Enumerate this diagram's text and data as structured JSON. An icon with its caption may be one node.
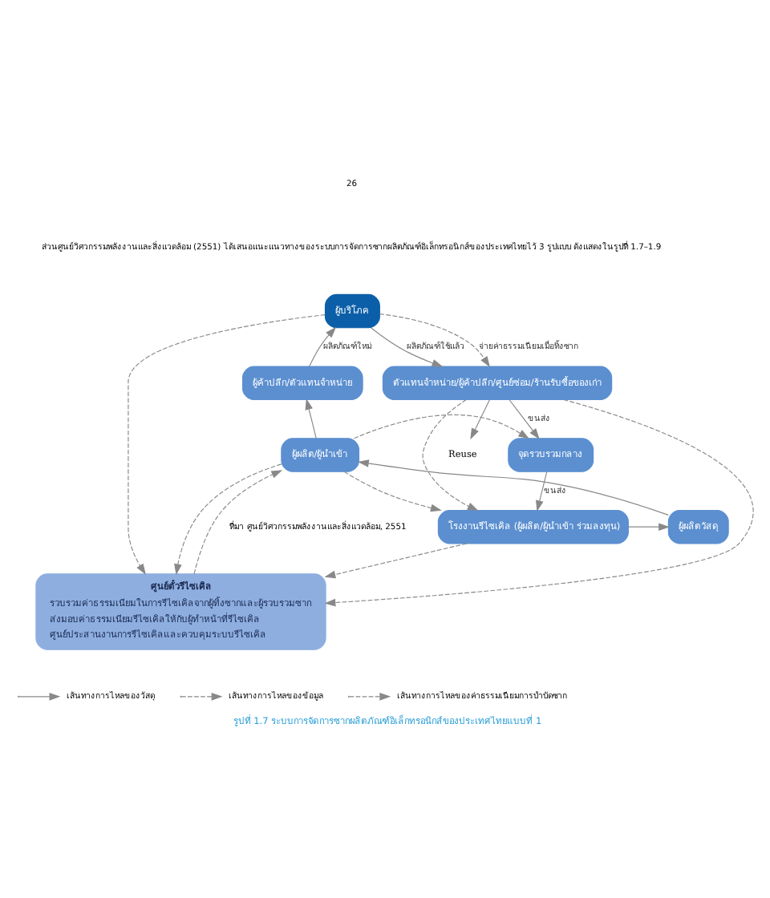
{
  "diagram": {
    "caption": "รูปที่ 1.7 ระบบการจัดการซากผลิตภัณฑ์อิเล็กทรอนิกส์ของประเทศไทยแบบที่ 1",
    "nodes": [
      {
        "text": [
          "ผู้บริโภค"
        ]
      },
      {
        "text": [
          "ผู้ค้าปลีก/ตัวแทนจำหน่าย"
        ]
      },
      {
        "text": [
          "ตัวแทนจำหน่าย/ผู้ค้าปลีก/ศูนย์ซ่อม/ร้านรับซื้อของเก่า"
        ]
      },
      {
        "text": [
          "ผู้ผลิต/ผู้นำเข้า"
        ]
      },
      {
        "text": [
          "จุดรวบรวมกลาง"
        ]
      },
      {
        "text": [
          "ผู้ผลิตวัสดุ"
        ]
      },
      {
        "text": [
          "โรงงานรีไซเคิล (ผู้ผลิต/ผู้นำเข้า ร่วมลงทุน)"
        ]
      },
      {
        "text": [
          "ศูนย์ตั๋วรีไซเคิล",
          "รวบรวมค่าธรรมเนียมในการรีไซเคิลจากผู้ทิ้งซากและผู้รวบรวมซาก",
          "ส่งมอบค่าธรรมเนียมรีไซเคิลให้กับผู้ทำหน้าที่รีไซเคิล",
          "ศูนย์ประสานงานการรีไซเคิลและควบคุมระบบรีไซเคิล"
        ]
      },
      {
        "text": [
          "Reuse"
        ]
      }
    ],
    "edges": [
      {
        "from": 1,
        "to": 0,
        "arrow": "to",
        "label": "ผลิตภัณฑ์ใหม่"
      },
      {
        "from": 0,
        "to": 2,
        "arrow": "to",
        "label": "ผลิตภัณฑ์ใช้แล้ว"
      },
      {
        "from": 0,
        "to": 7,
        "arrow": "to",
        "style": "dashed"
      },
      {
        "from": 0,
        "to": 2,
        "arrow": "to",
        "style": "dashed",
        "label": "จ่ายค่าธรรมเนียมเมื่อทิ้งซาก"
      },
      {
        "from": 2,
        "to": 4,
        "arrow": "to",
        "label": "ขนส่ง"
      },
      {
        "from": 2,
        "to": 6,
        "arrow": "to",
        "style": "dashed"
      },
      {
        "from": 2,
        "to": 8,
        "arrow": "to"
      },
      {
        "from": 2,
        "to": 7,
        "arrow": "to",
        "style": "dashed"
      },
      {
        "from": 4,
        "to": 6,
        "arrow": "to",
        "label": "ขนส่ง"
      },
      {
        "from": 3,
        "to": 4,
        "arrow": "to",
        "style": "dashed"
      },
      {
        "from": 3,
        "to": 6,
        "arrow": "to",
        "style": "dashed"
      },
      {
        "from": 6,
        "to": 5,
        "arrow": "to"
      },
      {
        "from": 5,
        "to": 3,
        "arrow": "to"
      },
      {
        "from": 3,
        "to": 1,
        "arrow": "to"
      },
      {
        "from": 7,
        "to": 3,
        "arrow": "to",
        "style": "dashed"
      },
      {
        "from": 3,
        "to": 7,
        "arrow": "to",
        "style": "dashed"
      },
      {
        "from": 6,
        "to": 7,
        "arrow": "to",
        "style": "dashed"
      }
    ],
    "labels": [
      "26",
      "ส่วนศูนย์วิศวกรรมพลังงานและสิ่งแวดล้อม (2551) ได้เสนอแนะแนวทางของระบบการจัดการซากผลิตภัณฑ์อิเล็กทรอนิกส์ของประเทศไทยไว้ 3 รูปแบบ ดังแสดงในรูปที่ 1.7–1.9",
      "ที่มา ศูนย์วิศวกรรมพลังงานและสิ่งแวดล้อม, 2551"
    ],
    "legend": [
      {
        "text": "เส้นทางการไหลของวัสดุ"
      },
      {
        "text": "เส้นทางการไหลของข้อมูล"
      },
      {
        "text": "เส้นทางการไหลของค่าธรรมเนียมการบำบัดซาก"
      }
    ]
  }
}
